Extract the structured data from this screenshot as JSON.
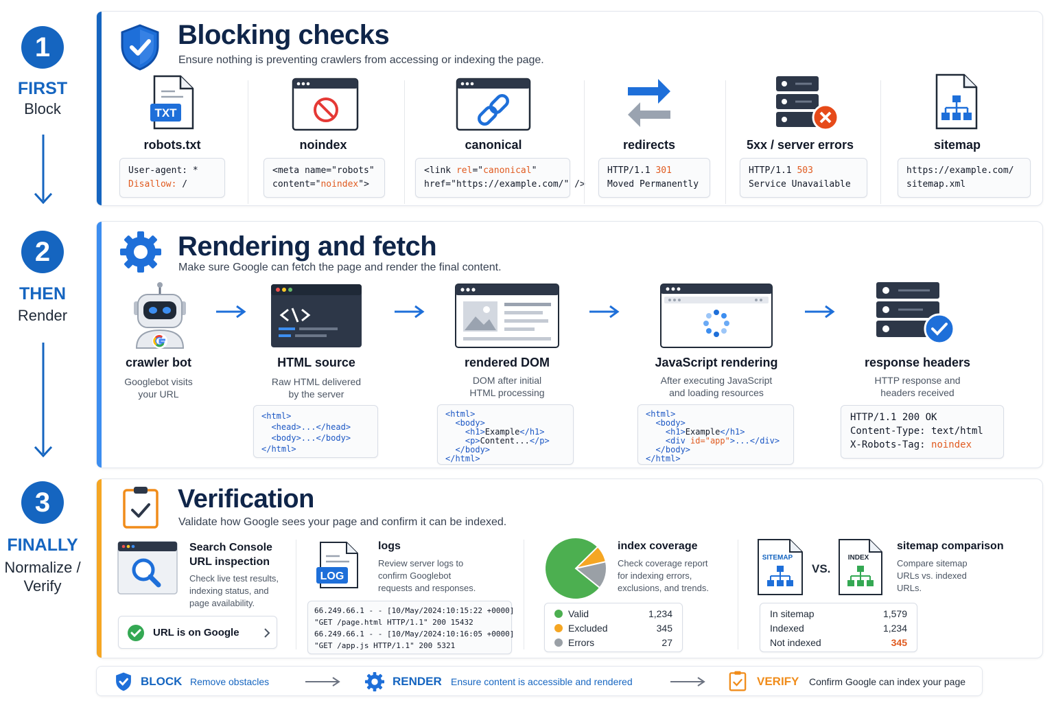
{
  "rail": {
    "step1": {
      "num": "1",
      "word": "FIRST",
      "sub": "Block"
    },
    "step2": {
      "num": "2",
      "word": "THEN",
      "sub": "Render"
    },
    "step3": {
      "num": "3",
      "word": "FINALLY",
      "sub_line1": "Normalize /",
      "sub_line2": "Verify"
    }
  },
  "blocking": {
    "title": "Blocking checks",
    "desc": "Ensure nothing is preventing crawlers from accessing or indexing the page.",
    "txt_badge": "TXT",
    "items": [
      {
        "label": "robots.txt",
        "code1a": "User-agent: *",
        "code2a": "Disallow:",
        "code2b": " /"
      },
      {
        "label": "noindex",
        "code1a": "<meta name=\"robots\"",
        "code2a": "content=\"",
        "code2b": "noindex",
        "code2c": "\">"
      },
      {
        "label": "canonical",
        "code1a": "<link ",
        "code1b": "rel",
        "code1c": "=\"",
        "code1d": "canonical",
        "code1e": "\"",
        "code2a": "href=\"https://example.com/\" />"
      },
      {
        "label": "redirects",
        "code1a": "HTTP/1.1 ",
        "code1b": "301",
        "code2a": "Moved Permanently"
      },
      {
        "label": "5xx / server errors",
        "code1a": "HTTP/1.1 ",
        "code1b": "503",
        "code2a": "Service Unavailable"
      },
      {
        "label": "sitemap",
        "code1a": "https://example.com/",
        "code2a": "sitemap.xml"
      }
    ]
  },
  "rendering": {
    "title": "Rendering and fetch",
    "desc": "Make sure Google can fetch the page and render the final content.",
    "items": [
      {
        "title": "crawler bot",
        "desc1": "Googlebot visits",
        "desc2": "your URL"
      },
      {
        "title": "HTML source",
        "desc1": "Raw HTML delivered",
        "desc2": "by the server"
      },
      {
        "title": "rendered DOM",
        "desc1": "DOM after initial",
        "desc2": "HTML processing"
      },
      {
        "title": "JavaScript rendering",
        "desc1": "After executing JavaScript",
        "desc2": "and loading resources"
      },
      {
        "title": "response headers",
        "desc1": "HTTP response and",
        "desc2": "headers received"
      }
    ],
    "html_source_code": {
      "l1": "<html>",
      "l2": "  <head>...</head>",
      "l3": "  <body>...</body>",
      "l4": "</html>"
    },
    "dom_code": {
      "l1": "<html>",
      "l2": "  <body>",
      "l3a": "    <h1>",
      "l3b": "Example",
      "l3c": "</h1>",
      "l4a": "    <p>",
      "l4b": "Content...",
      "l4c": "</p>",
      "l5": "  </body>",
      "l6": "</html>"
    },
    "js_code": {
      "l1": "<html>",
      "l2": "  <body>",
      "l3a": "    <h1>",
      "l3b": "Example",
      "l3c": "</h1>",
      "l4a": "    <div ",
      "l4b": "id=",
      "l4c": "\"app\"",
      "l4d": ">...</div>",
      "l5": "  </body>",
      "l6": "</html>"
    },
    "headers_code": {
      "l1": "HTTP/1.1 200 OK",
      "l2": "Content-Type: text/html",
      "l3a": "X-Robots-Tag: ",
      "l3b": "noindex"
    }
  },
  "verification": {
    "title": "Verification",
    "desc": "Validate how Google sees your page and confirm it can be indexed.",
    "search_console": {
      "title1": "Search Console",
      "title2": "URL inspection",
      "desc1": "Check live test results,",
      "desc2": "indexing status, and",
      "desc3": "page availability.",
      "button": "URL is on Google"
    },
    "logs": {
      "badge": "LOG",
      "title": "logs",
      "desc1": "Review server logs to",
      "desc2": "confirm Googlebot",
      "desc3": "requests and responses.",
      "line1": "66.249.66.1 - - [10/May/2024:10:15:22 +0000]",
      "line2": "\"GET /page.html HTTP/1.1\" 200 15432",
      "line3": "66.249.66.1 - - [10/May/2024:10:16:05 +0000]",
      "line4": "\"GET /app.js HTTP/1.1\" 200 5321"
    },
    "index_coverage": {
      "title": "index coverage",
      "desc1": "Check coverage report",
      "desc2": "for indexing errors,",
      "desc3": "exclusions, and trends.",
      "rows": [
        {
          "label": "Valid",
          "value": 1234,
          "display": "1,234",
          "color": "#4caf50"
        },
        {
          "label": "Excluded",
          "value": 345,
          "display": "345",
          "color": "#f5a623"
        },
        {
          "label": "Errors",
          "value": 27,
          "display": "27",
          "color": "#9aa0a6"
        }
      ]
    },
    "sitemap_comparison": {
      "title": "sitemap comparison",
      "desc1": "Compare sitemap",
      "desc2": "URLs vs. indexed",
      "desc3": "URLs.",
      "sitemap_badge": "SITEMAP",
      "vs": "VS.",
      "index_badge": "INDEX",
      "rows": [
        {
          "label": "In sitemap",
          "value": "1,579"
        },
        {
          "label": "Indexed",
          "value": "1,234"
        },
        {
          "label": "Not indexed",
          "value": "345"
        }
      ]
    }
  },
  "footer": {
    "block_word": "BLOCK",
    "block_desc": "Remove obstacles",
    "render_word": "RENDER",
    "render_desc": "Ensure content is accessible and rendered",
    "verify_word": "VERIFY",
    "verify_desc": "Confirm Google can index your page"
  },
  "colors": {
    "primary": "#1565c0",
    "accent_orange": "#f5a623",
    "highlight": "#e05a1f",
    "navy": "#0f2549"
  }
}
